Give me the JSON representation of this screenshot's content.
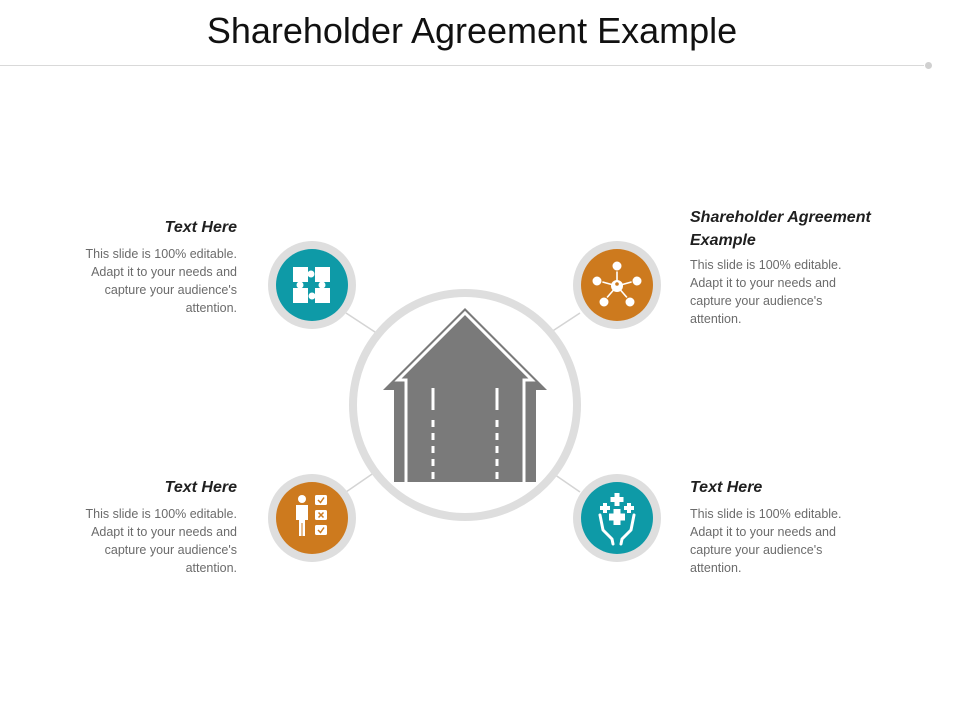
{
  "slide": {
    "title": "Shareholder Agreement Example"
  },
  "blocks": {
    "top_left": {
      "heading": "Text Here",
      "body": "This slide is 100% editable. Adapt it to your needs and capture your audience's attention."
    },
    "top_right": {
      "heading": "Shareholder Agreement Example",
      "body": "This slide is 100% editable. Adapt it to your needs and capture your audience's attention."
    },
    "bottom_left": {
      "heading": "Text Here",
      "body": "This slide is 100% editable. Adapt it to your needs and capture your audience's attention."
    },
    "bottom_right": {
      "heading": "Text Here",
      "body": "This slide is 100% editable. Adapt it to your needs and capture your audience's attention."
    }
  },
  "nodes": [
    {
      "id": "top_left",
      "icon": "puzzle-icon",
      "color": "#0e9aa7"
    },
    {
      "id": "top_right",
      "icon": "network-icon",
      "color": "#cd7a1e"
    },
    {
      "id": "bottom_left",
      "icon": "checklist-icon",
      "color": "#cd7a1e"
    },
    {
      "id": "bottom_right",
      "icon": "hands-care-icon",
      "color": "#0e9aa7"
    }
  ],
  "colors": {
    "teal": "#0e9aa7",
    "orange": "#cd7a1e",
    "ring": "#dedede",
    "arrow": "#7a7a7a"
  }
}
